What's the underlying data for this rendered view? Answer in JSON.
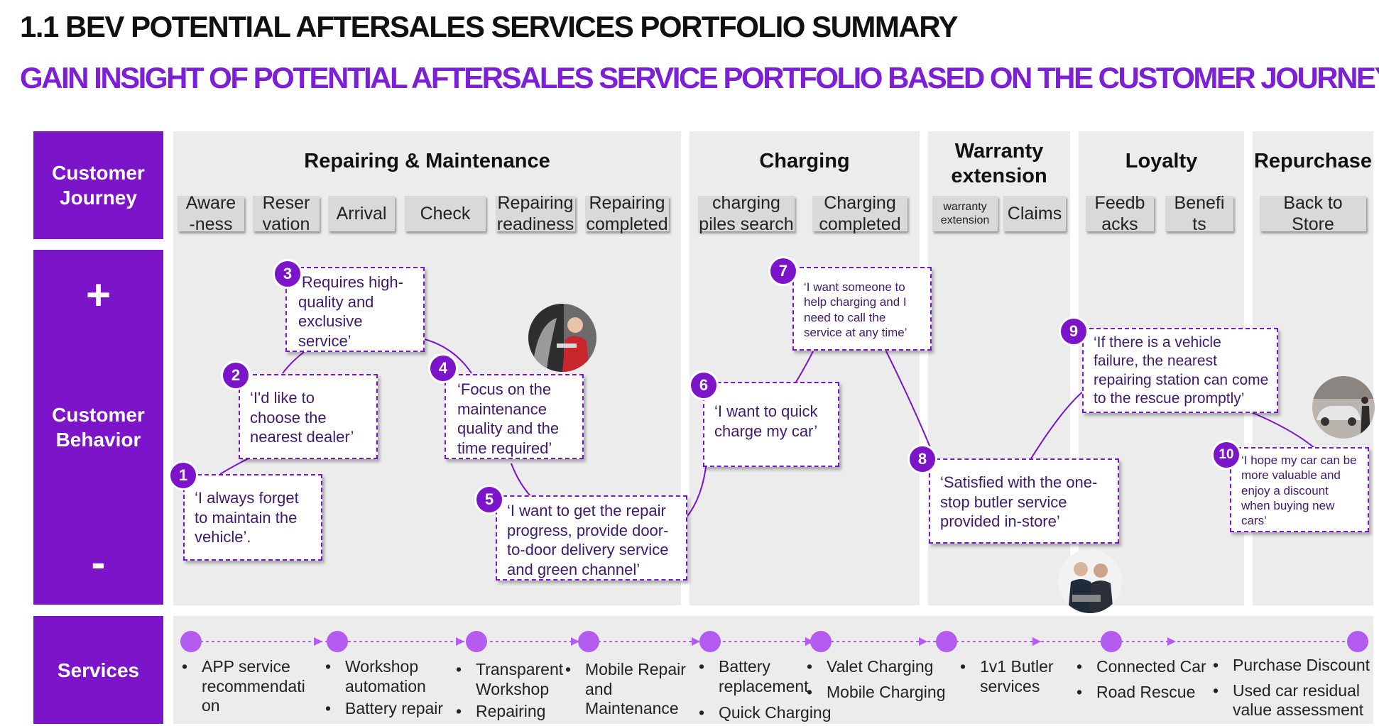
{
  "title": "1.1 BEV POTENTIAL AFTERSALES SERVICES PORTFOLIO SUMMARY",
  "subtitle": "GAIN INSIGHT OF POTENTIAL AFTERSALES SERVICE PORTFOLIO BASED ON THE CUSTOMER JOURNEY",
  "rows": {
    "journey": "Customer\nJourney",
    "behavior": "Customer\nBehavior",
    "services": "Services",
    "plus": "+",
    "minus": "-"
  },
  "phases": {
    "repair": "Repairing & Maintenance",
    "charging": "Charging",
    "warranty": "Warranty\nextension",
    "loyalty": "Loyalty",
    "repurchase": "Repurchase"
  },
  "steps": [
    "Aware\n-ness",
    "Reser\nvation",
    "Arrival",
    "Check",
    "Repairing\nreadiness",
    "Repairing\ncompleted",
    "charging\npiles search",
    "Charging\ncompleted",
    "warranty\nextension",
    "Claims",
    "Feedb\nacks",
    "Benefi\nts",
    "Back to\nStore"
  ],
  "quotes": [
    {
      "n": "1",
      "text": "‘I always forget to maintain the vehicle’."
    },
    {
      "n": "2",
      "text": "‘I'd like to choose the nearest dealer’"
    },
    {
      "n": "3",
      "text": "‘Requires high-quality and exclusive service’"
    },
    {
      "n": "4",
      "text": "‘Focus on the maintenance quality and the time required’"
    },
    {
      "n": "5",
      "text": "‘I want to get the repair progress, provide door-to-door delivery service and green channel’"
    },
    {
      "n": "6",
      "text": "‘I want to quick charge my car’"
    },
    {
      "n": "7",
      "text": "‘I want someone to help charging and I need to call the service at any time’"
    },
    {
      "n": "8",
      "text": "‘Satisfied with the one-stop butler service provided in-store’"
    },
    {
      "n": "9",
      "text": "‘If there is a vehicle  failure, the nearest repairing station can come to the rescue promptly’"
    },
    {
      "n": "10",
      "text": "‘I hope my car can be more valuable and enjoy a discount when buying new cars’"
    }
  ],
  "services": [
    [
      "APP service recommendati on"
    ],
    [
      "Workshop automation",
      "Battery repair"
    ],
    [
      "Transparent Workshop",
      "Repairing service"
    ],
    [
      "Mobile Repair and Maintenance"
    ],
    [
      "Battery replacement",
      "Quick Charging"
    ],
    [
      "Valet Charging",
      "Mobile Charging"
    ],
    [
      "1v1 Butler services"
    ],
    [
      "Connected Car",
      "Road Rescue"
    ],
    [
      "Purchase Discount",
      "Used car residual value assessment"
    ]
  ],
  "colors": {
    "accent": "#7c14c9",
    "title": "#7c1fd6",
    "band": "#ececec",
    "dot": "#b45cf0"
  },
  "icons": [
    "mechanic-photo",
    "car-owner-photo",
    "butler-photo"
  ]
}
